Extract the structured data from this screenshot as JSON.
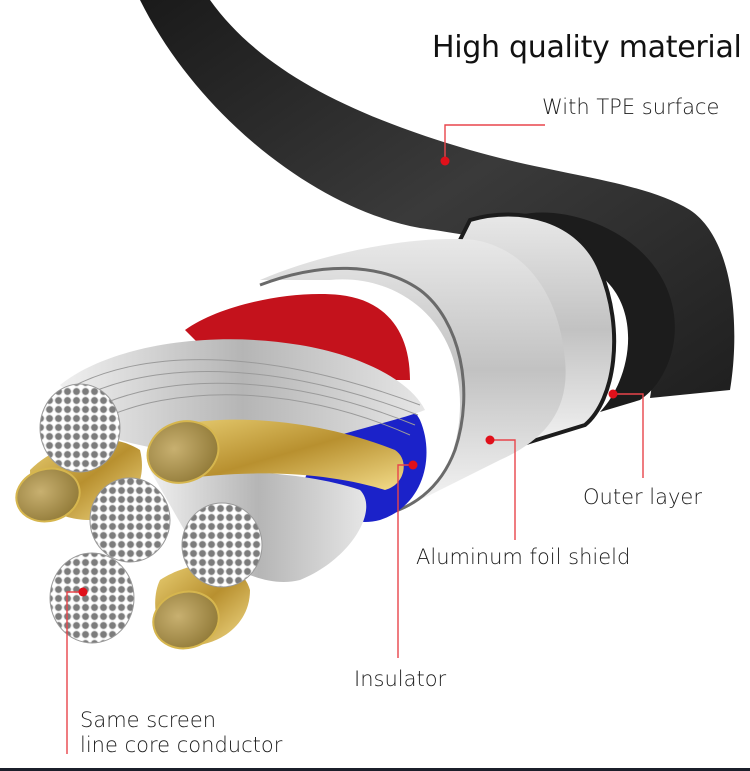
{
  "headline": "High quality material",
  "callouts": {
    "tpe_surface": "With TPE surface",
    "outer_layer": "Outer layer",
    "aluminum_foil": "Aluminum foil shield",
    "insulator": "Insulator",
    "conductor_line1": "Same screen",
    "conductor_line2": "line core conductor"
  },
  "colors": {
    "callout_line": "#e8454b",
    "callout_dot": "#e0101a",
    "jacket": "#2a2a2a",
    "foil": "#c9c9c9",
    "insulator_red": "#c8101a",
    "insulator_blue": "#1a22c8",
    "gold": "#c9a745",
    "strand": "#8a8a8a"
  },
  "illustration": "cable-cross-section"
}
